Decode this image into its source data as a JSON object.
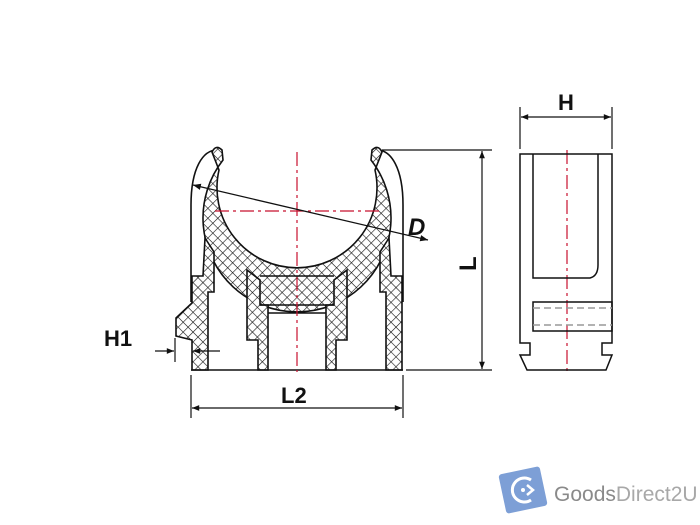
{
  "labels": {
    "d": "D",
    "l": "L",
    "l2": "L2",
    "h": "H",
    "h1": "H1"
  },
  "logo": {
    "text_bold": "Goods",
    "text_light": "Direct2U"
  },
  "colors": {
    "outline": "#111111",
    "centerline": "#c8102e",
    "logo_blue": "#7d9fd6",
    "logo_text_dark": "#8a8a8a",
    "logo_text_light": "#a8a8a8"
  }
}
